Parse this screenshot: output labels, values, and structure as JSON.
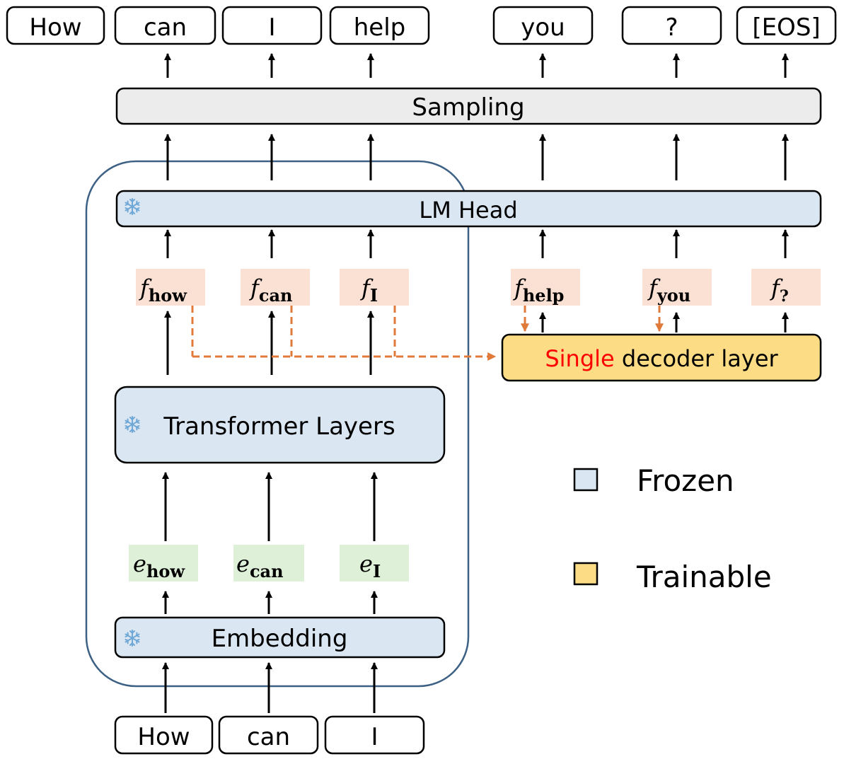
{
  "output_tokens": [
    "How",
    "can",
    "I",
    "help",
    "you",
    "?",
    "[EOS]"
  ],
  "input_tokens": [
    "How",
    "can",
    "I"
  ],
  "blocks": {
    "sampling": "Sampling",
    "lm_head": "LM Head",
    "transformer": "Transformer Layers",
    "embedding": "Embedding",
    "decoder_highlight": "Single",
    "decoder_rest": " decoder layer"
  },
  "features": [
    {
      "base": "f",
      "sub": "how"
    },
    {
      "base": "f",
      "sub": "can"
    },
    {
      "base": "f",
      "sub": "I"
    },
    {
      "base": "f",
      "sub": "help"
    },
    {
      "base": "f",
      "sub": "you"
    },
    {
      "base": "f",
      "sub": "?"
    }
  ],
  "embeddings": [
    {
      "base": "e",
      "sub": "how"
    },
    {
      "base": "e",
      "sub": "can"
    },
    {
      "base": "e",
      "sub": "I"
    }
  ],
  "legend": {
    "frozen": "Frozen",
    "trainable": "Trainable"
  },
  "colors": {
    "frozen_fill": "#dbe6f3",
    "trainable_fill": "#fcdc85",
    "sampling_fill": "#ececec",
    "feature_fill": "#fbe1d3",
    "embedding_fill": "#dff0d8",
    "frozen_region_stroke": "#3d6185",
    "dashed_arrow": "#e07a3a",
    "highlight_text": "#ff0000",
    "snowflake": "#6fa8d6"
  },
  "icons": {
    "frozen_marker": "snowflake-icon"
  }
}
